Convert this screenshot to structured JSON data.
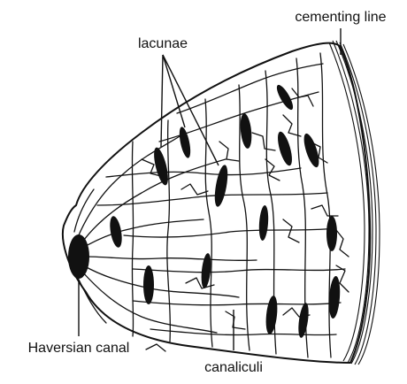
{
  "labels": {
    "cementing_line": "cementing line",
    "lacunae": "lacunae",
    "haversian_canal": "Haversian canal",
    "canaliculi": "canaliculi"
  },
  "colors": {
    "ink": "#111111",
    "background": "#ffffff"
  }
}
